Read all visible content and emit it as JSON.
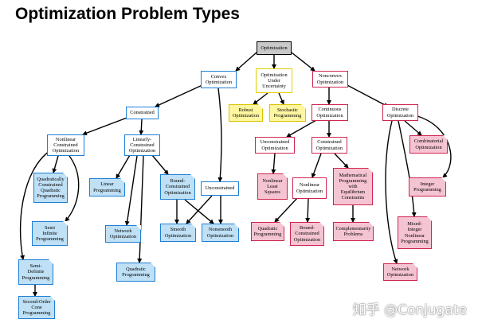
{
  "title": "Optimization Problem Types",
  "watermark": "知乎 @Conjugate",
  "colors": {
    "convex": "#1e7fd6",
    "uncertainty": "#e3cf00",
    "nonconvex": "#cf2450",
    "root": "#c8c8c8"
  },
  "nodes": {
    "optimization": "Optimization",
    "convex": "Convex\nOptimization",
    "uncertainty": "Optimization\nUnder\nUncertainty",
    "nonconvex": "Nonconvex\nOptimization",
    "robust": "Robust\nOptimization",
    "stochastic": "Stochastic\nProgramming",
    "continuous": "Continuous\nOptimization",
    "discrete": "Discrete\nOptimization",
    "constrained": "Constrained",
    "nonlinear_constrained": "Nonlinear\nConstrained\nOptimization",
    "linearly_constrained": "Linearly-\nConstrained\nOptimization",
    "quadratically_constrained": "Quadratically\nConstrained\nQuadratic\nProgramming",
    "semi_infinite": "Semi\nInfinite\nProgramming",
    "semidefinite": "Semi-\nDefinite\nProgramming",
    "second_order_cone": "Second-Order\nCone\nProgramming",
    "linear_programming": "Linear\nProgramming",
    "network_opt_blue": "Network\nOptimization",
    "quadratic_prog_blue": "Quadratic\nProgramming",
    "bound_constrained_blue": "Bound-\nConstrained\nOptimization",
    "unconstrained_blue": "Unconstrained",
    "smooth": "Smooth\nOptimization",
    "nonsmooth": "Nonsmooth\nOptimization",
    "unconstrained_nc": "Unconstrained\nOptimization",
    "constrained_nc": "Constrained\nOptimization",
    "nonlinear_least_squares": "Nonlinear\nLeast\nSquares",
    "nonlinear_opt": "Nonlinear\nOptimization",
    "mpec": "Mathematical\nProgramming\nwith\nEquilibrium\nConstraints",
    "quadratic_prog_red": "Quadratic\nProgramming",
    "bound_constrained_red": "Bound-\nConstrained\nOptimization",
    "complementarity": "Complementarity\nProblems",
    "combinatorial": "Combinatorial\nOptimization",
    "integer": "Integer\nProgramming",
    "minlp": "Mixed-\nInteger\nNonlinear\nProgramming",
    "network_opt_red": "Network\nOptimization"
  }
}
